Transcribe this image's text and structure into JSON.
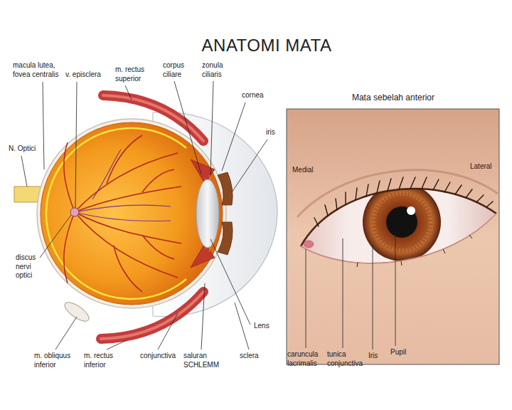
{
  "diagram": {
    "title": "ANATOMI MATA",
    "nodes": [
      {
        "text": [
          "Mata sebelah anterior",
          "Medial",
          "Lateral"
        ]
      }
    ],
    "labels": [
      "macula lutea, fovea centralis",
      "v. episclera",
      "m. rectus superior",
      "corpus ciliare",
      "zonula ciliaris",
      "cornea",
      "iris",
      "N. Optici",
      "discus nervi optici",
      "Lens",
      "m. obliquus inferior",
      "m. rectus inferior",
      "conjunctiva",
      "saluran SCHLEMM",
      "sclera",
      "caruncula lacrimalis",
      "tunica conjunctiva",
      "Iris",
      "Pupil"
    ]
  }
}
